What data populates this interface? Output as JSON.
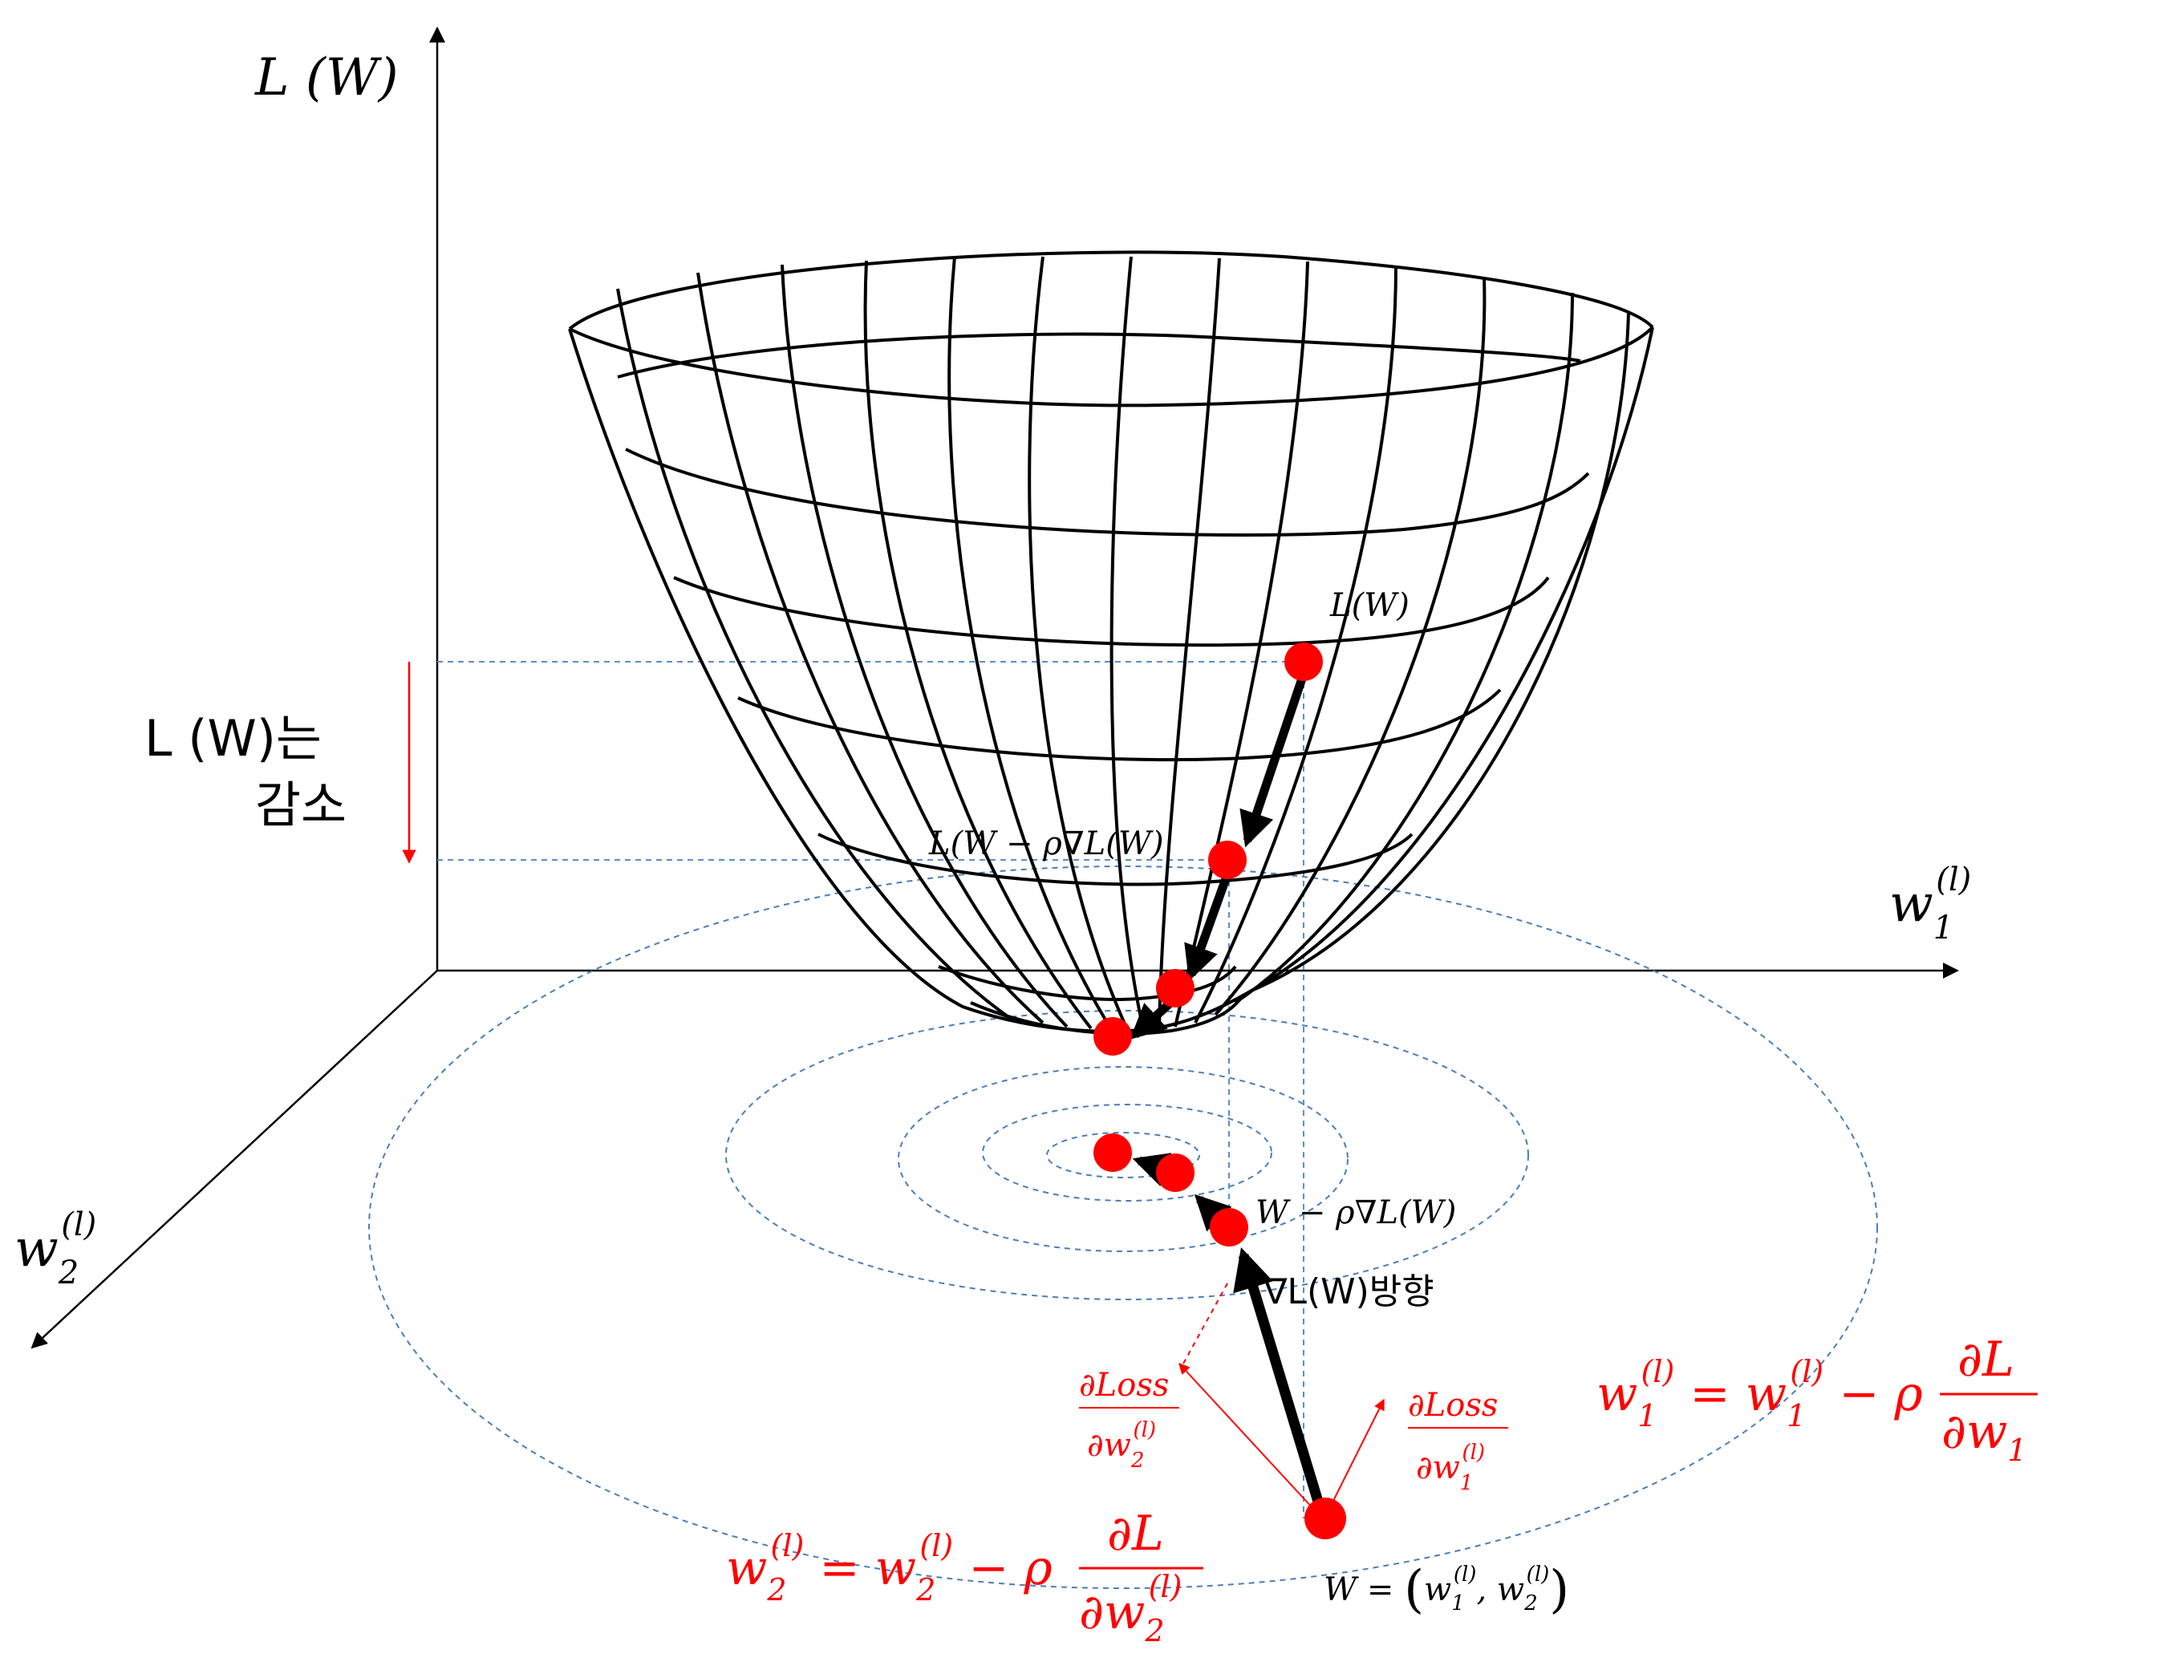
{
  "labels": {
    "axis_loss": "L (W)",
    "axis_w1": "w",
    "axis_w1_sub": "1",
    "axis_w1_sup": "(l)",
    "axis_w2": "w",
    "axis_w2_sub": "2",
    "axis_w2_sup": "(l)",
    "decrease_line1": "L (W)는",
    "decrease_line2": "감소",
    "point_LW": "L(W)",
    "point_L_step": "L(W − ρ∇L(W)",
    "point_W_step": "W − ρ∇L(W)",
    "gradient_direction": "∇L(W)방향",
    "partial_loss_w2_num": "∂Loss",
    "partial_loss_w2_den": "∂w",
    "partial_loss_w2_den_sub": "2",
    "partial_loss_w2_den_sup": "(l)",
    "partial_loss_w1_num": "∂Loss",
    "partial_loss_w1_den": "∂w",
    "partial_loss_w1_den_sub": "1",
    "partial_loss_w1_den_sup": "(l)",
    "update_w1_lhs": "w",
    "update_w1_lhs_sub": "1",
    "update_w1_lhs_sup": "(l)",
    "update_w1_mid": " = w",
    "update_w1_mid_sub": "1",
    "update_w1_mid_sup": "(l)",
    "update_w1_rho": " − ρ",
    "update_w1_num": "∂L",
    "update_w1_den": "∂w",
    "update_w1_den_sub": "1",
    "update_w2_lhs": "w",
    "update_w2_lhs_sub": "2",
    "update_w2_lhs_sup": "(l)",
    "update_w2_mid": " = w",
    "update_w2_mid_sub": "2",
    "update_w2_mid_sup": "(l)",
    "update_w2_rho": " − ρ",
    "update_w2_num": "∂L",
    "update_w2_den": "∂w",
    "update_w2_den_sub": "2",
    "update_w2_den_sup": "(l)",
    "W_def_lhs": "W = ",
    "W_def_w1": "w",
    "W_def_w1_sub": "1",
    "W_def_w1_sup": "(l)",
    "W_def_comma": ", ",
    "W_def_w2": "w",
    "W_def_w2_sub": "2",
    "W_def_w2_sup": "(l)"
  },
  "colors": {
    "axis": "#000000",
    "mesh": "#000000",
    "point": "#ff0000",
    "decrease_arrow": "#ff0000",
    "guide_dashed": "#5b8ec9",
    "contour_dashed": "#4a7ebb",
    "red_text": "#ff0000",
    "step_arrow": "#000000"
  },
  "icons": {
    "red_point": "filled-circle",
    "step_arrow": "thick-arrow"
  }
}
